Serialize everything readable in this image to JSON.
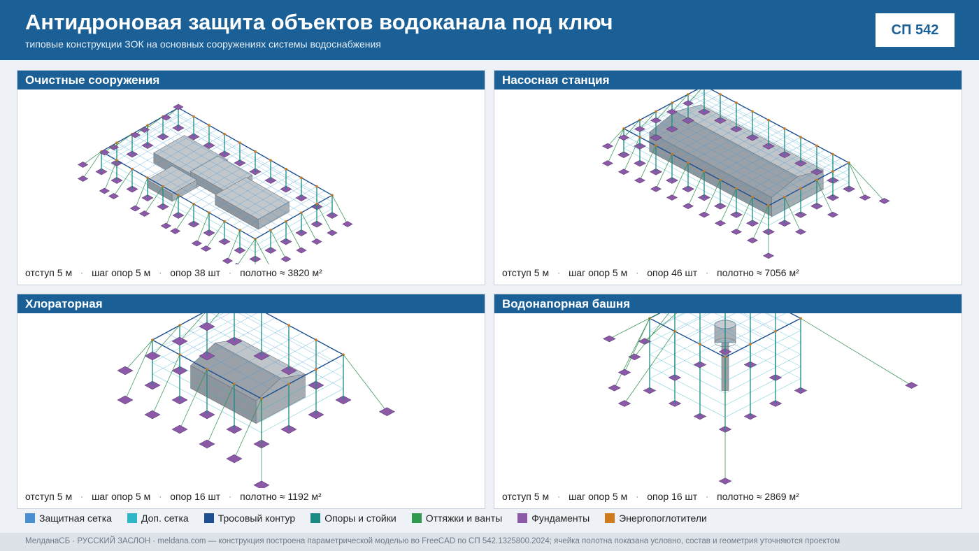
{
  "header": {
    "title": "Антидроновая защита объектов водоканала под ключ",
    "subtitle": "типовые конструкции ЗОК на основных сооружениях системы водоснабжения",
    "badge": "СП 542"
  },
  "colors": {
    "brand": "#1a5f96",
    "net": "#4a9bd6",
    "net_extra": "#35b3c8",
    "cable": "#1d4f91",
    "posts": "#1b8a82",
    "guys": "#2f8f4e",
    "foundation": "#8b59a8",
    "absorber": "#d07a1c"
  },
  "panels": [
    {
      "title": "Очистные сооружения",
      "specs": [
        "отступ 5 м",
        "шаг опор 5 м",
        "опор 38 шт",
        "полотно ≈ 3820 м²"
      ],
      "icon": "treatment-plant-diagram"
    },
    {
      "title": "Насосная станция",
      "specs": [
        "отступ 5 м",
        "шаг опор 5 м",
        "опор 46 шт",
        "полотно ≈ 7056 м²"
      ],
      "icon": "pumping-station-diagram"
    },
    {
      "title": "Хлораторная",
      "specs": [
        "отступ 5 м",
        "шаг опор 5 м",
        "опор 16 шт",
        "полотно ≈ 1192 м²"
      ],
      "icon": "chlorination-diagram"
    },
    {
      "title": "Водонапорная башня",
      "specs": [
        "отступ 5 м",
        "шаг опор 5 м",
        "опор 16 шт",
        "полотно ≈ 2869 м²"
      ],
      "icon": "water-tower-diagram"
    }
  ],
  "legend": [
    {
      "label": "Защитная сетка",
      "color": "#4a90d0"
    },
    {
      "label": "Доп. сетка",
      "color": "#2fb6c6"
    },
    {
      "label": "Тросовый контур",
      "color": "#1d4f91"
    },
    {
      "label": "Опоры и стойки",
      "color": "#1b8a82"
    },
    {
      "label": "Оттяжки и ванты",
      "color": "#2f9a4e"
    },
    {
      "label": "Фундаменты",
      "color": "#8b59a8"
    },
    {
      "label": "Энергопоглотители",
      "color": "#d07a1c"
    }
  ],
  "footer": "МелданаСБ · РУССКИЙ ЗАСЛОН · meldana.com — конструкция построена параметрической моделью во FreeCAD по СП 542.1325800.2024; ячейка полотна показана условно, состав и геометрия уточняются проектом"
}
